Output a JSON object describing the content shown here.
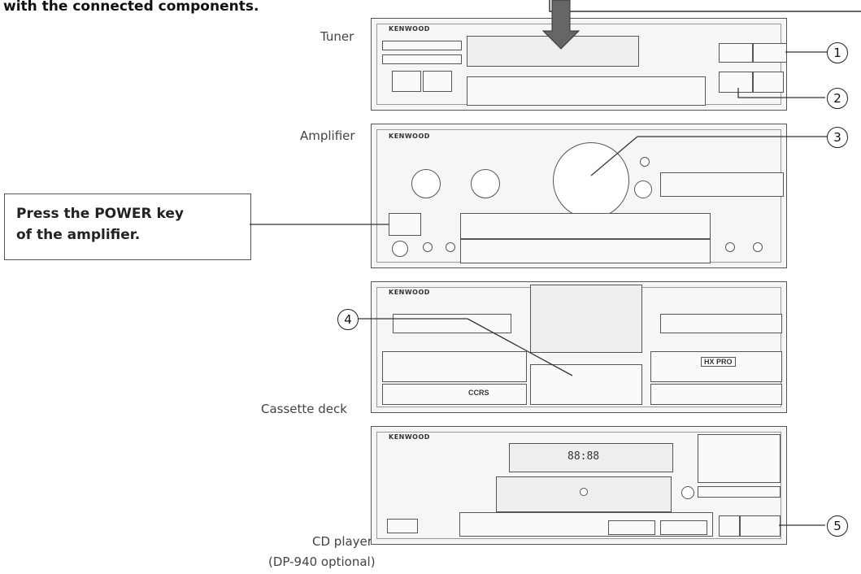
{
  "heading": "with the connected components.",
  "labels": {
    "tuner": "Tuner",
    "amplifier": "Amplifier",
    "cassette": "Cassette deck",
    "cd": "CD player",
    "cd_note": "(DP-940 optional)"
  },
  "brand": "KENWOOD",
  "callout": {
    "line1": "Press the POWER key",
    "line2": "of the amplifier."
  },
  "deck_badges": {
    "dolby": "CCRS",
    "hx": "HX PRO"
  },
  "cd_display": "88:88",
  "callout_numbers": [
    "1",
    "2",
    "3",
    "4",
    "5"
  ],
  "colors": {
    "line": "#333333",
    "panel": "#f4f4f4"
  }
}
